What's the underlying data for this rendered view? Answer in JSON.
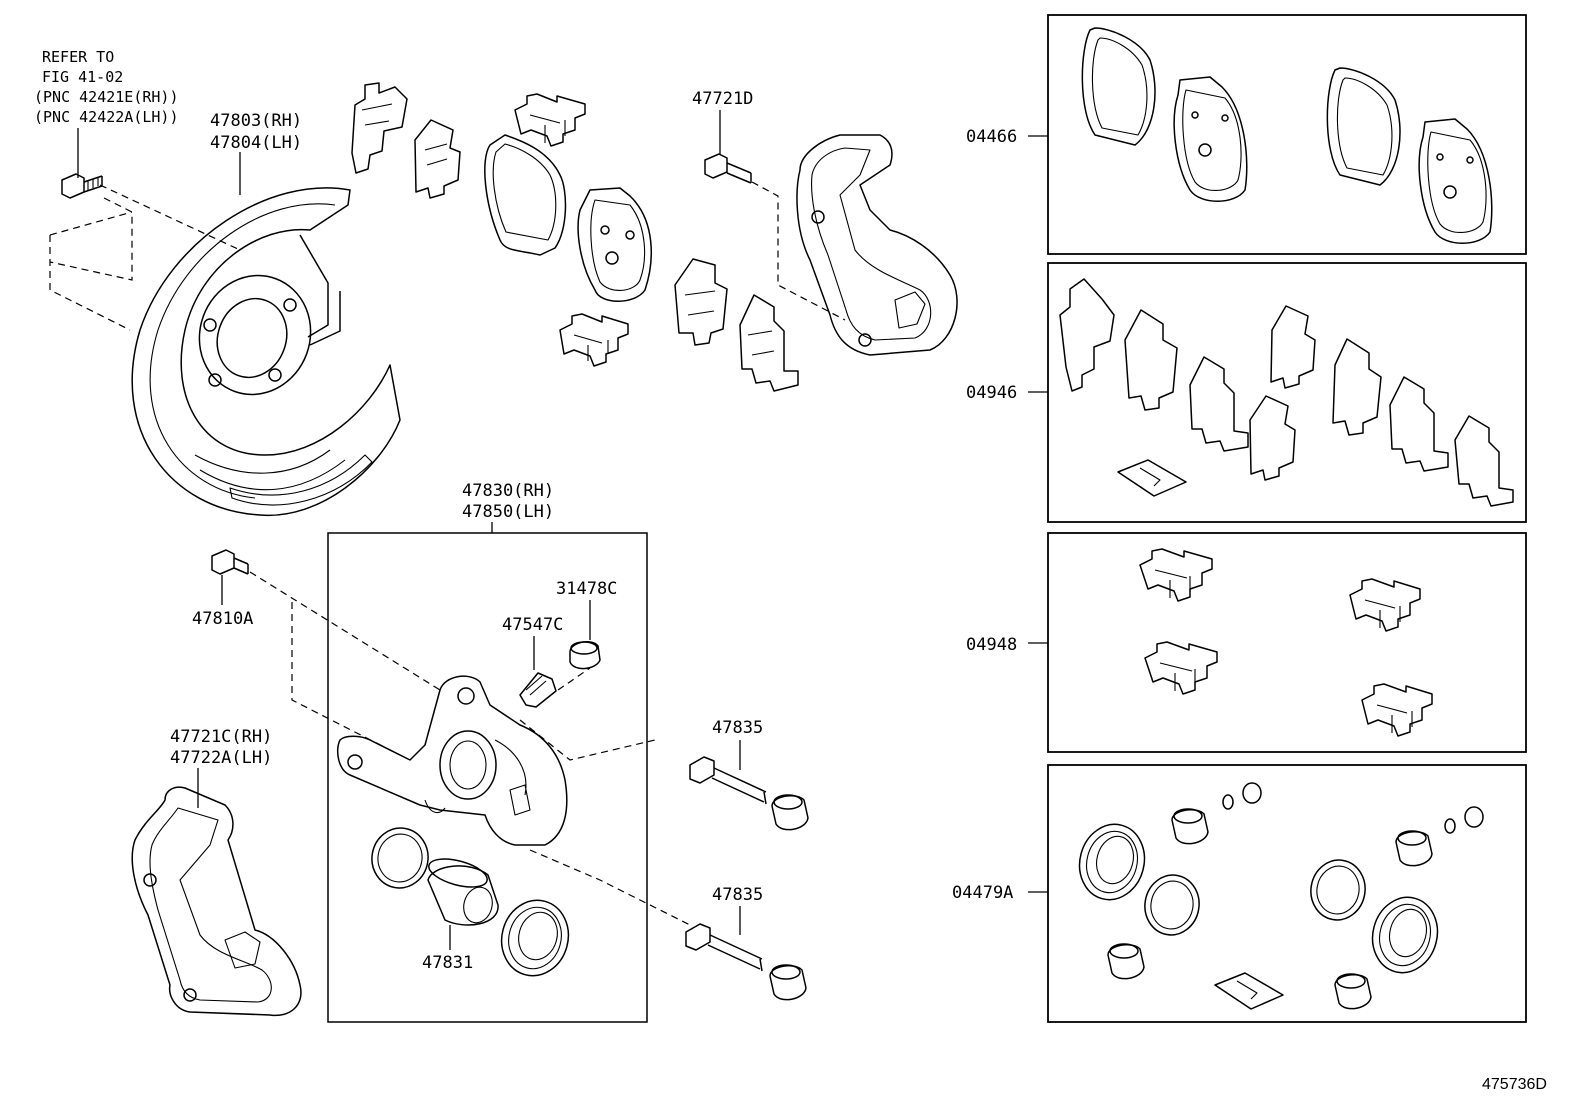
{
  "refer_note": {
    "line1": "REFER TO",
    "line2": "FIG 41-02",
    "line3": "(PNC 42421E(RH))",
    "line4": "(PNC 42422A(LH))"
  },
  "labels": {
    "dust_cover_rh": "47803(RH)",
    "dust_cover_lh": "47804(LH)",
    "bolt_47721D": "47721D",
    "bolt_47810A": "47810A",
    "caliper_rh": "47830(RH)",
    "caliper_lh": "47850(LH)",
    "cap_31478C": "31478C",
    "bleeder_47547C": "47547C",
    "mounting_rh": "47721C(RH)",
    "mounting_lh": "47722A(LH)",
    "pin_upper": "47835",
    "pin_lower": "47835",
    "piston_47831": "47831"
  },
  "kits": [
    {
      "code": "04466"
    },
    {
      "code": "04946"
    },
    {
      "code": "04948"
    },
    {
      "code": "04479A"
    }
  ],
  "footer": {
    "illustration_id": "475736D"
  }
}
